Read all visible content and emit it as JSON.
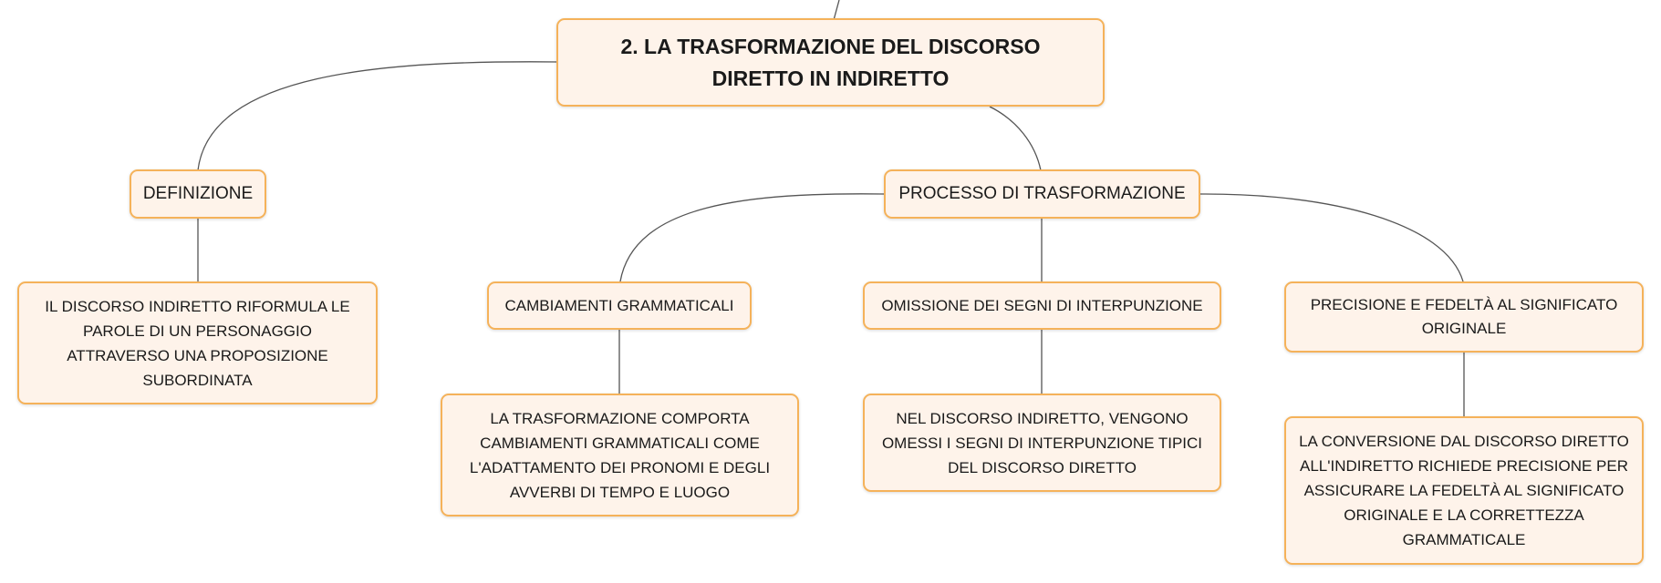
{
  "title": "2. LA TRASFORMAZIONE DEL DISCORSO DIRETTO IN INDIRETTO",
  "definizione": {
    "label": "DEFINIZIONE",
    "detail": "IL DISCORSO INDIRETTO RIFORMULA LE PAROLE DI UN PERSONAGGIO ATTRAVERSO UNA PROPOSIZIONE SUBORDINATA"
  },
  "processo": {
    "label": "PROCESSO DI TRASFORMAZIONE",
    "branches": [
      {
        "label": "CAMBIAMENTI GRAMMATICALI",
        "detail": "LA TRASFORMAZIONE COMPORTA CAMBIAMENTI GRAMMATICALI COME L'ADATTAMENTO DEI PRONOMI E DEGLI AVVERBI DI TEMPO E LUOGO"
      },
      {
        "label": "OMISSIONE DEI SEGNI DI INTERPUNZIONE",
        "detail": "NEL DISCORSO INDIRETTO, VENGONO OMESSI I SEGNI DI INTERPUNZIONE TIPICI DEL DISCORSO DIRETTO"
      },
      {
        "label": "PRECISIONE E FEDELTÀ AL SIGNIFICATO ORIGINALE",
        "detail": "LA CONVERSIONE DAL DISCORSO DIRETTO ALL'INDIRETTO RICHIEDE PRECISIONE PER ASSICURARE LA FEDELTÀ AL SIGNIFICATO ORIGINALE E LA CORRETTEZZA GRAMMATICALE"
      }
    ]
  },
  "colors": {
    "node_fill": "#fef3ea",
    "node_border": "#f5b25a",
    "connector": "#555555",
    "text": "#1a1a1a"
  }
}
